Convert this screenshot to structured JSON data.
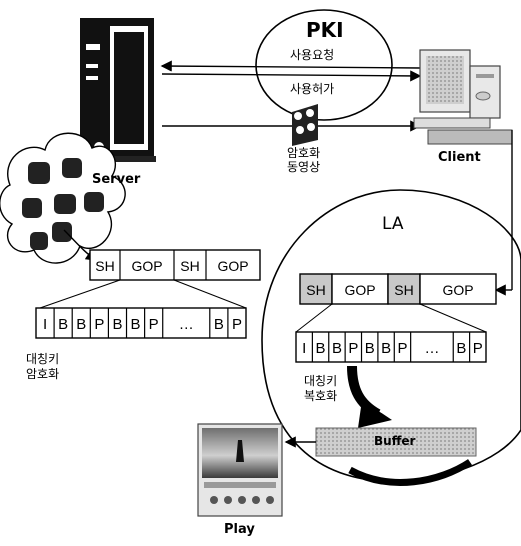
{
  "pki": {
    "title": "PKI",
    "request": "사용요청",
    "grant": "사용허가"
  },
  "server": {
    "label": "Server"
  },
  "client": {
    "label": "Client"
  },
  "encrypted_video": {
    "line1": "암호화",
    "line2": "동영상"
  },
  "la": {
    "label": "LA"
  },
  "stream_blocks": [
    "SH",
    "GOP",
    "SH",
    "GOP"
  ],
  "frames": {
    "sequence": [
      "I",
      "B",
      "B",
      "P",
      "B",
      "B",
      "P",
      "…",
      "B",
      "P"
    ]
  },
  "encrypt_caption": {
    "line1": "대칭키",
    "line2": "암호화"
  },
  "decrypt_caption": {
    "line1": "대칭키",
    "line2": "복호화"
  },
  "buffer": {
    "label": "Buffer"
  },
  "player": {
    "label": "Play"
  }
}
